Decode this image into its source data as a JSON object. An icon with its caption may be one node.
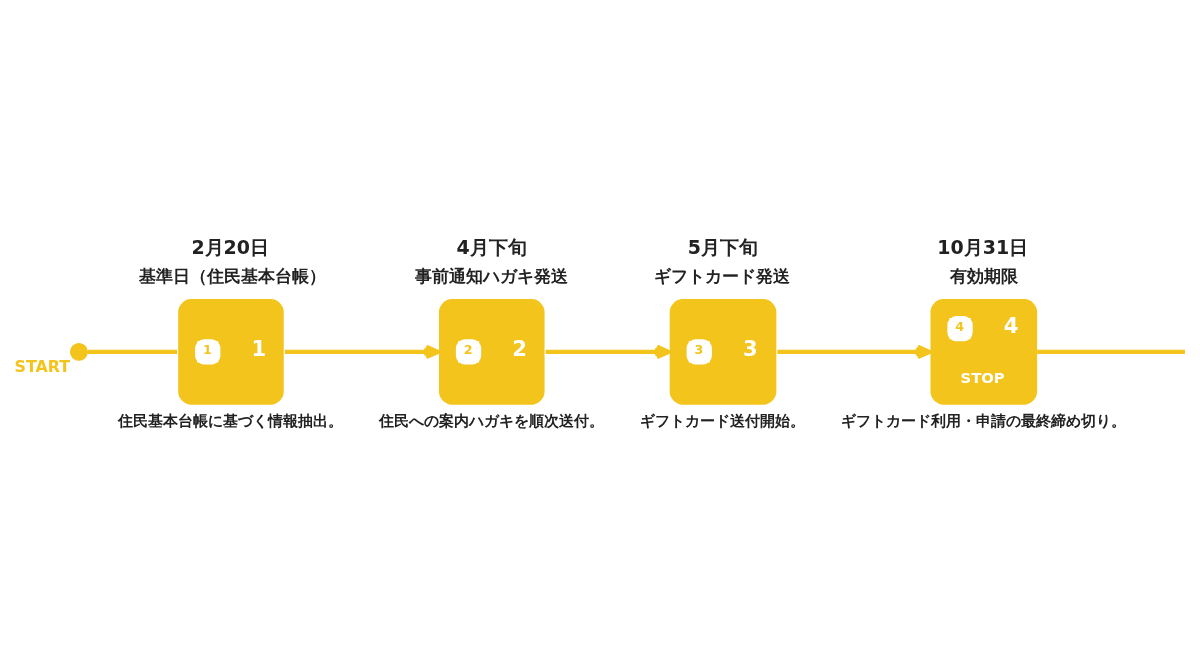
{
  "diagram": {
    "nodes": [
      {
        "text": [],
        "shape": "circle",
        "beside": [
          "START"
        ]
      },
      {
        "text": [
          "2月20日",
          "基準日（住民基本台帳）",
          "1",
          "1"
        ],
        "beside": [
          "住民基本台帳に基づく情報抽出。"
        ]
      },
      {
        "text": [
          "4月下旬",
          "事前通知ハガキ発送",
          "2",
          "2"
        ],
        "beside": [
          "住民への案内ハガキを順次送付。"
        ]
      },
      {
        "text": [
          "5月下旬",
          "ギフトカード発送",
          "3",
          "3"
        ],
        "beside": [
          "ギフトカード送付開始。"
        ]
      },
      {
        "text": [
          "10月31日",
          "有効期限",
          "4",
          "4",
          "STOP"
        ],
        "beside": [
          "ギフトカード利用・申請の最終締め切り。"
        ]
      }
    ],
    "edges": [
      {
        "from": 0,
        "to": 1,
        "arrow": "none"
      },
      {
        "from": 1,
        "to": 2,
        "arrow": "to"
      },
      {
        "from": 2,
        "to": 3,
        "arrow": "to"
      },
      {
        "from": 3,
        "to": 4,
        "arrow": "to"
      },
      {
        "from": 4,
        "to": null,
        "arrow": "none"
      }
    ]
  }
}
